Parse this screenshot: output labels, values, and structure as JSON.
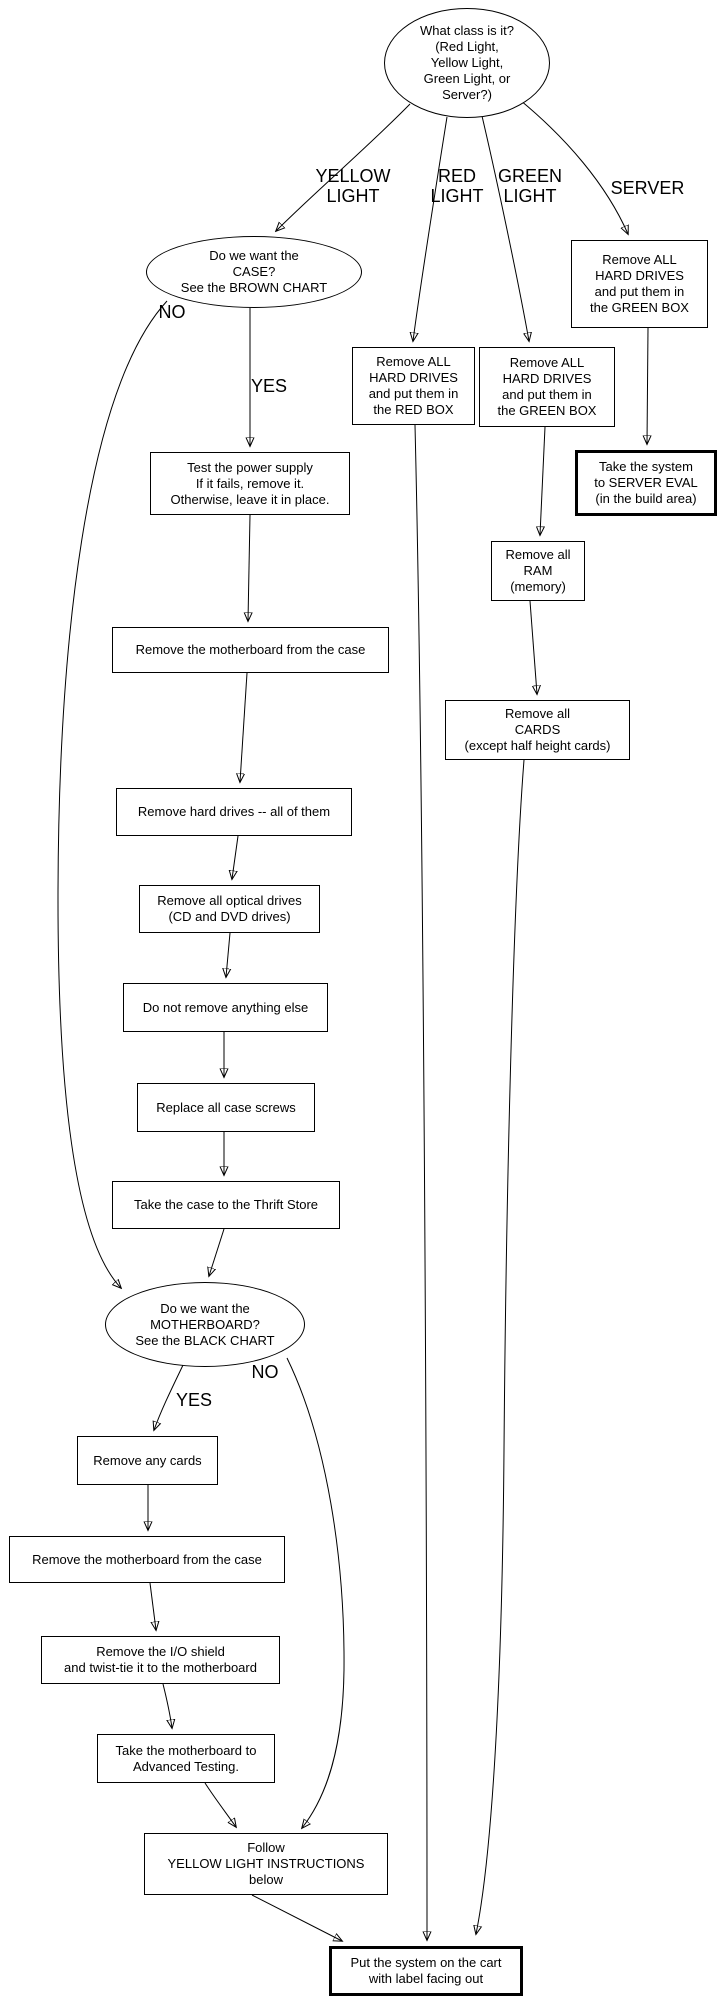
{
  "diagram": {
    "type": "flowchart",
    "colors": {
      "background": "#ffffff",
      "stroke": "#000000",
      "text": "#000000"
    },
    "nodes": {
      "start": {
        "shape": "ellipse",
        "text": "What class is it?\n(Red Light,\nYellow Light,\nGreen Light, or\nServer?)"
      },
      "case_question": {
        "shape": "ellipse",
        "text": "Do we want the\nCASE?\nSee the BROWN CHART"
      },
      "red_hard_drives": {
        "shape": "box",
        "text": "Remove ALL\nHARD DRIVES\nand put them in\nthe RED BOX"
      },
      "green_hard_drives": {
        "shape": "box",
        "text": "Remove ALL\nHARD DRIVES\nand put them in\nthe GREEN BOX"
      },
      "server_hard_drives": {
        "shape": "box",
        "text": "Remove ALL\nHARD DRIVES\nand put them in\nthe GREEN BOX"
      },
      "server_eval": {
        "shape": "box-bold",
        "text": "Take the system\nto SERVER EVAL\n(in the build area)"
      },
      "test_power_supply": {
        "shape": "box",
        "text": "Test the power supply\nIf it fails, remove it.\nOtherwise, leave it in place."
      },
      "remove_ram": {
        "shape": "box",
        "text": "Remove all\nRAM\n(memory)"
      },
      "remove_cards": {
        "shape": "box",
        "text": "Remove all\nCARDS\n(except half height cards)"
      },
      "remove_motherboard_from_case": {
        "shape": "box",
        "text": "Remove the motherboard from the case"
      },
      "remove_hard_drives_all": {
        "shape": "box",
        "text": "Remove hard drives -- all of them"
      },
      "remove_optical_drives": {
        "shape": "box",
        "text": "Remove all optical drives\n(CD and DVD drives)"
      },
      "do_not_remove_anything_else": {
        "shape": "box",
        "text": "Do not remove anything else"
      },
      "replace_case_screws": {
        "shape": "box",
        "text": "Replace all case screws"
      },
      "thrift_store": {
        "shape": "box",
        "text": "Take the case to the Thrift Store"
      },
      "motherboard_question": {
        "shape": "ellipse",
        "text": "Do we want the\nMOTHERBOARD?\nSee the BLACK CHART"
      },
      "remove_any_cards": {
        "shape": "box",
        "text": "Remove any cards"
      },
      "remove_motherboard_from_case_2": {
        "shape": "box",
        "text": "Remove the motherboard from the case"
      },
      "remove_io_shield": {
        "shape": "box",
        "text": "Remove the I/O shield\nand twist-tie it to the motherboard"
      },
      "advanced_testing": {
        "shape": "box",
        "text": "Take the motherboard to\nAdvanced Testing."
      },
      "follow_yellow_light": {
        "shape": "box",
        "text": "Follow\nYELLOW LIGHT INSTRUCTIONS\nbelow"
      },
      "cart": {
        "shape": "box-bold",
        "text": "Put the system on the cart\nwith label facing out"
      }
    },
    "edge_labels": {
      "yellow_light": "YELLOW\nLIGHT",
      "red_light": "RED\nLIGHT",
      "green_light": "GREEN\nLIGHT",
      "server": "SERVER",
      "case_no": "NO",
      "case_yes": "YES",
      "motherboard_no": "NO",
      "motherboard_yes": "YES"
    }
  }
}
